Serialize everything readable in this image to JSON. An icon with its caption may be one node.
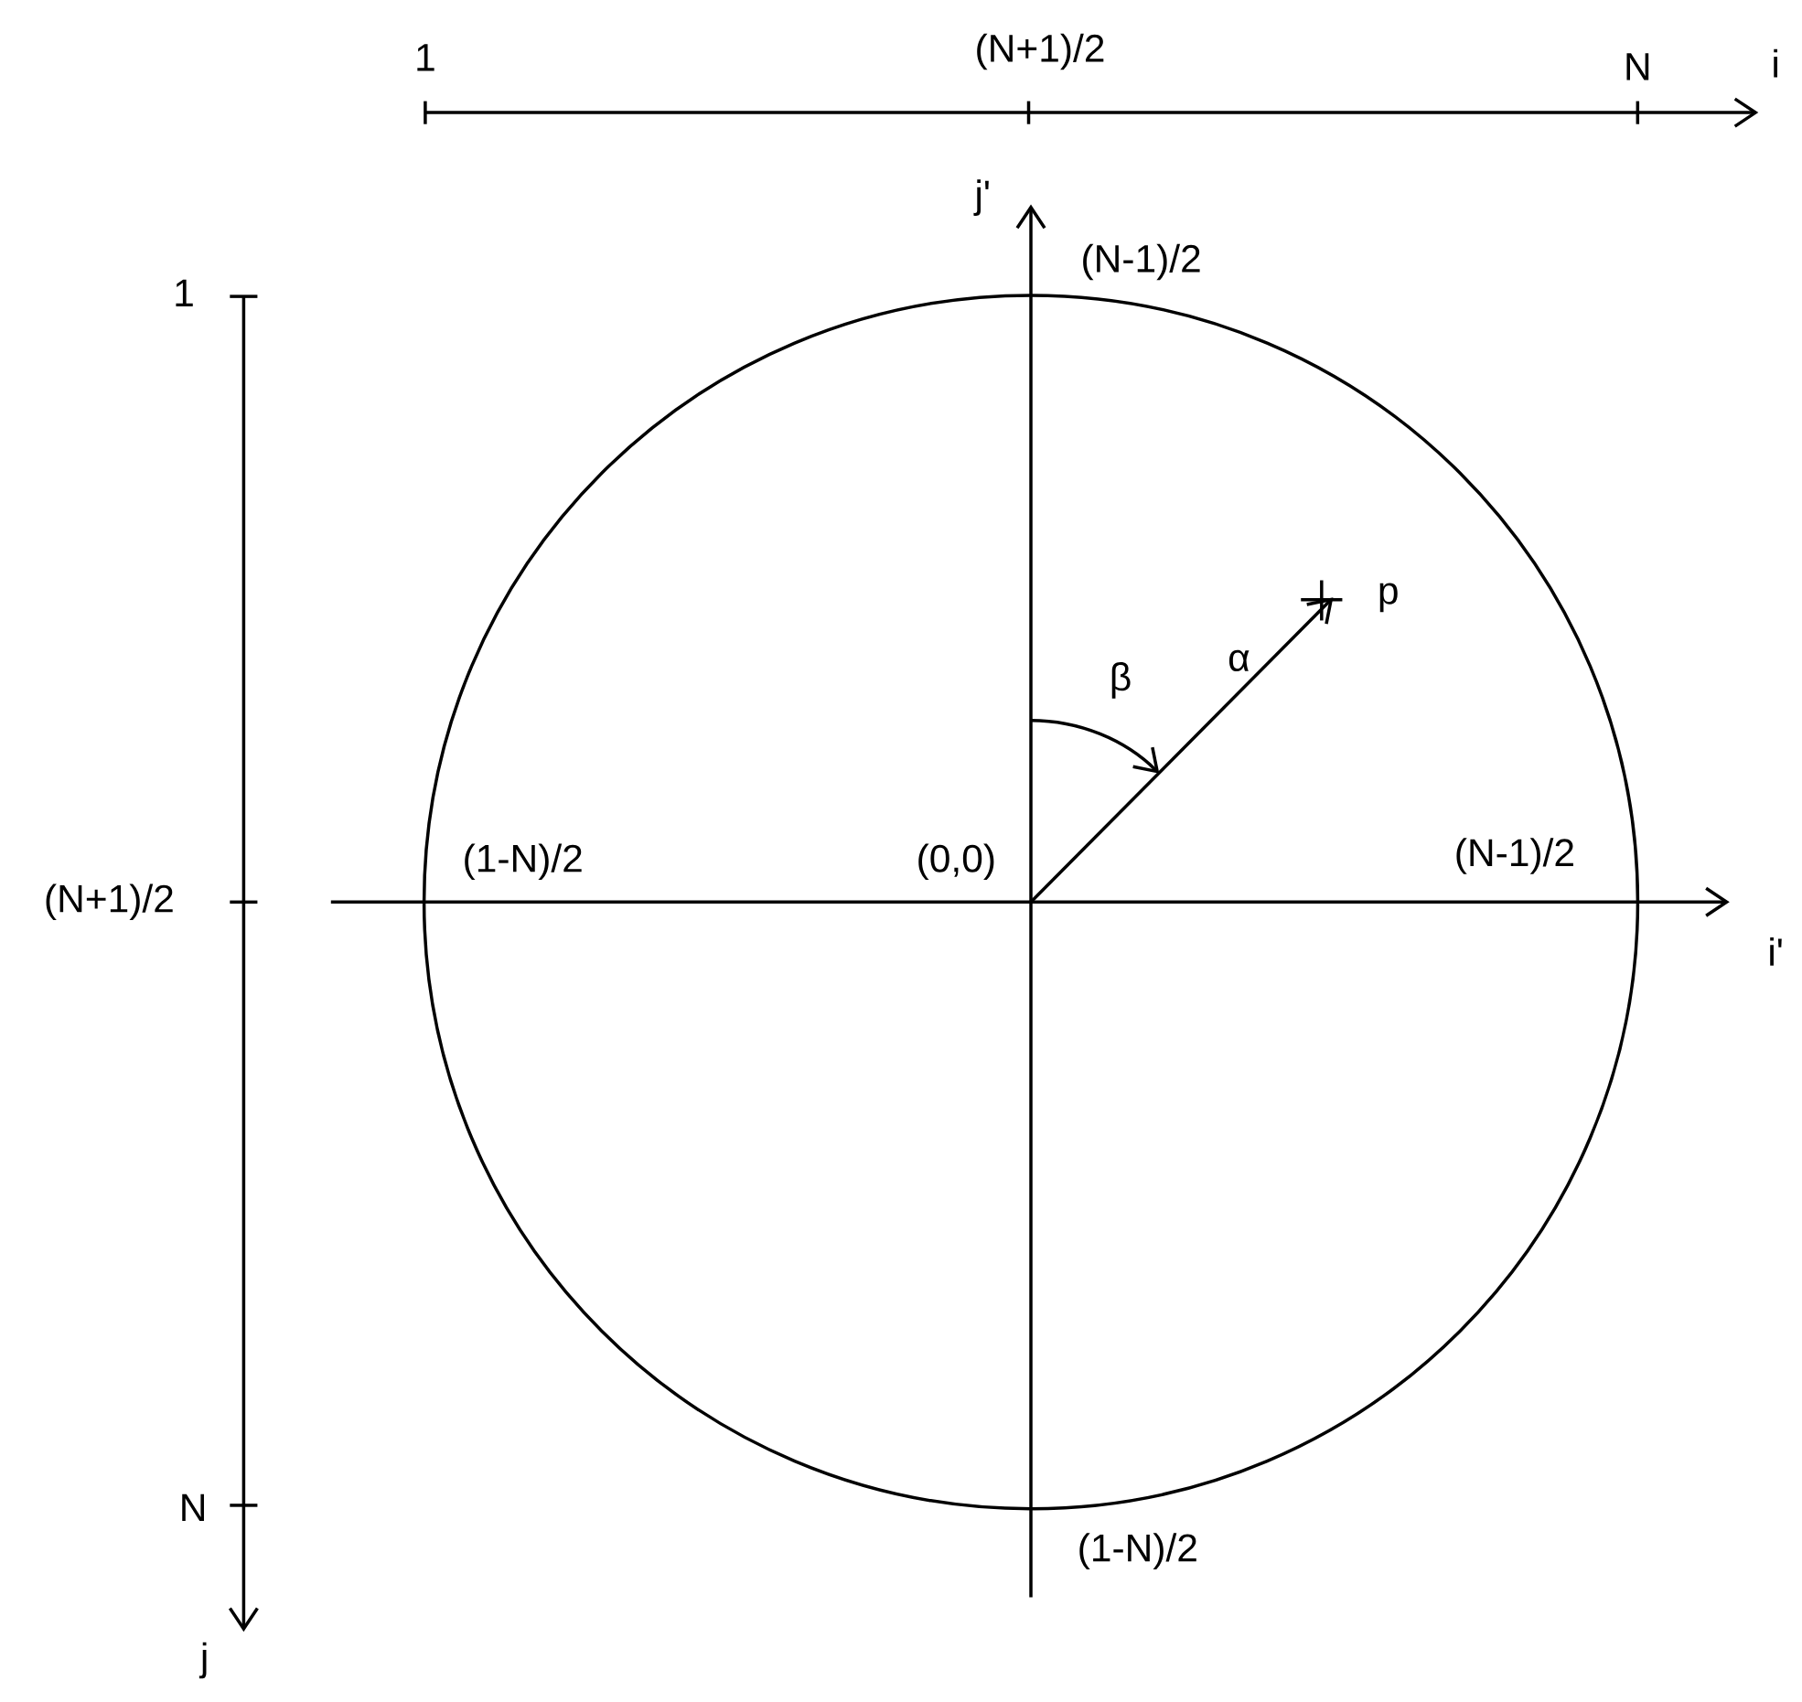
{
  "diagram": {
    "labels": [
      "1",
      "(N+1)/2",
      "N",
      "i",
      "j'",
      "(N-1)/2",
      "1",
      "p",
      "β",
      "α",
      "(N+1)/2",
      "(1-N)/2",
      "(0,0)",
      "(N-1)/2",
      "i'",
      "N",
      "(1-N)/2",
      "j"
    ]
  }
}
